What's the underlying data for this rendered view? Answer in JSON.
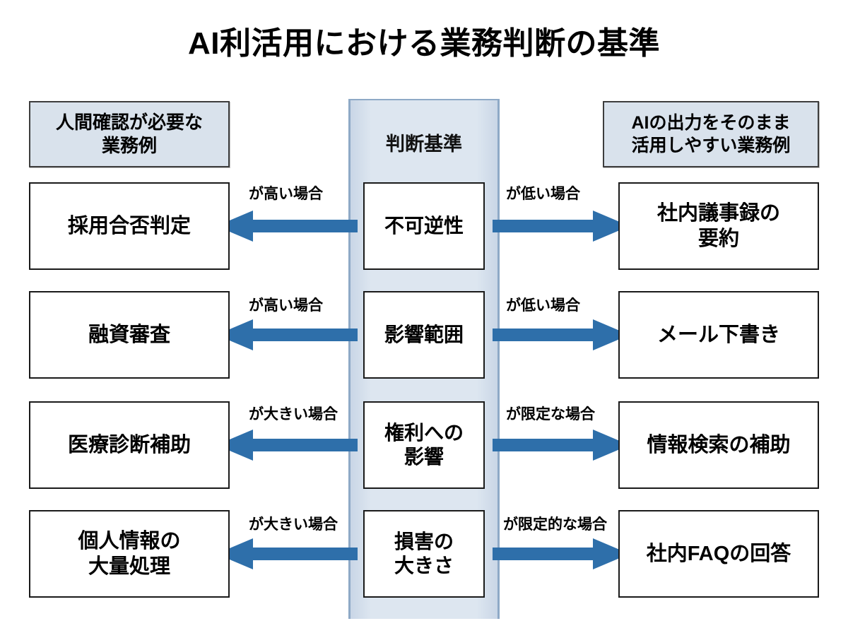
{
  "title": "AI利活用における業務判断の基準",
  "colors": {
    "arrow_blue": "#2E6FAA",
    "header_fill": "#D9E2EC",
    "panel_fill": "#DDE6F0",
    "panel_border": "#8EA9C6",
    "box_border": "#1A1A1A",
    "text": "#000000"
  },
  "headers": {
    "left": "人間確認が必要な\n業務例",
    "left_line1": "人間確認が必要な",
    "left_line2": "業務例",
    "center": "判断基準",
    "right_line1": "AIの出力をそのまま",
    "right_line2": "活用しやすい業務例"
  },
  "rows": [
    {
      "criterion": "不可逆性",
      "criterion_line1": "不可逆性",
      "criterion_line2": "",
      "left_label": "が高い場合",
      "right_label": "が低い場合",
      "left_example_line1": "採用合否判定",
      "left_example_line2": "",
      "right_example_line1": "社内議事録の",
      "right_example_line2": "要約"
    },
    {
      "criterion": "影響範囲",
      "criterion_line1": "影響範囲",
      "criterion_line2": "",
      "left_label": "が高い場合",
      "right_label": "が低い場合",
      "left_example_line1": "融資審査",
      "left_example_line2": "",
      "right_example_line1": "メール下書き",
      "right_example_line2": ""
    },
    {
      "criterion": "権利への影響",
      "criterion_line1": "権利への",
      "criterion_line2": "影響",
      "left_label": "が大きい場合",
      "right_label": "が限定な場合",
      "left_example_line1": "医療診断補助",
      "left_example_line2": "",
      "right_example_line1": "情報検索の補助",
      "right_example_line2": ""
    },
    {
      "criterion": "損害の大きさ",
      "criterion_line1": "損害の",
      "criterion_line2": "大きさ",
      "left_label": "が大きい場合",
      "right_label": "が限定的な場合",
      "left_example_line1": "個人情報の",
      "left_example_line2": "大量処理",
      "right_example_line1": "社内FAQの回答",
      "right_example_line2": ""
    }
  ]
}
